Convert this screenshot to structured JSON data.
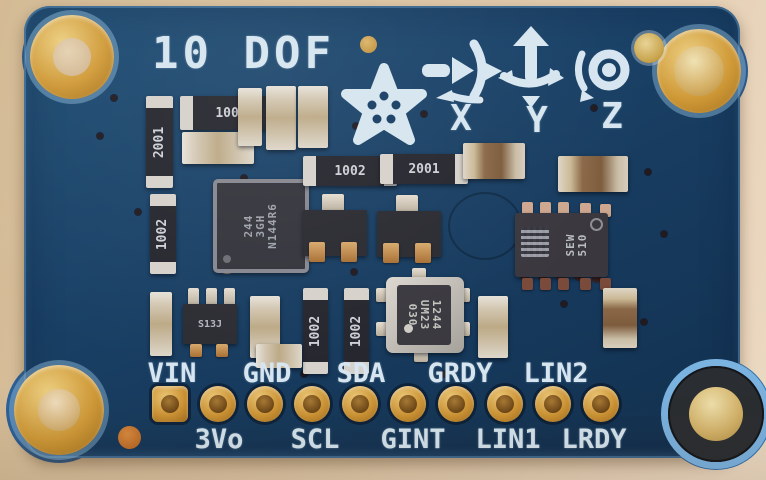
{
  "board": {
    "title": "10 DOF",
    "axes": {
      "x_label": "X",
      "y_label": "Y",
      "z_label": "Z"
    },
    "icons": {
      "logo": "adafruit-flower-logo",
      "x_axis": "x-axis-rotation-arrow-icon",
      "y_axis": "y-axis-rotation-arrow-icon",
      "z_axis": "z-axis-rotation-bullseye-icon"
    }
  },
  "pins": {
    "top_labels": [
      "VIN",
      "GND",
      "SDA",
      "GRDY",
      "LIN2"
    ],
    "bottom_labels": [
      "3Vo",
      "SCL",
      "GINT",
      "LIN1",
      "LRDY"
    ]
  },
  "components": {
    "resistor_top_left": "1002",
    "resistor_left_upper": "2001",
    "resistor_left_lower": "1002",
    "resistor_mid_left": "1002",
    "resistor_mid_right": "2001",
    "resistor_bottom_1": "1002",
    "resistor_bottom_2": "1002",
    "gyro_marking": [
      "244",
      "3GH",
      "N144R6"
    ],
    "accel_mag_marking": [
      "SEW",
      "510"
    ],
    "barometer_marking": [
      "1244",
      "UM23",
      "030"
    ],
    "regulator_marking": "S13J"
  },
  "colors": {
    "background_tan": "#ddc5a4",
    "board_blue": "#16395f",
    "board_edge_blue": "#3174b0",
    "silkscreen_white": "#d6e5ef",
    "pad_gold": "#cd9434",
    "component_dark": "#26262e"
  }
}
